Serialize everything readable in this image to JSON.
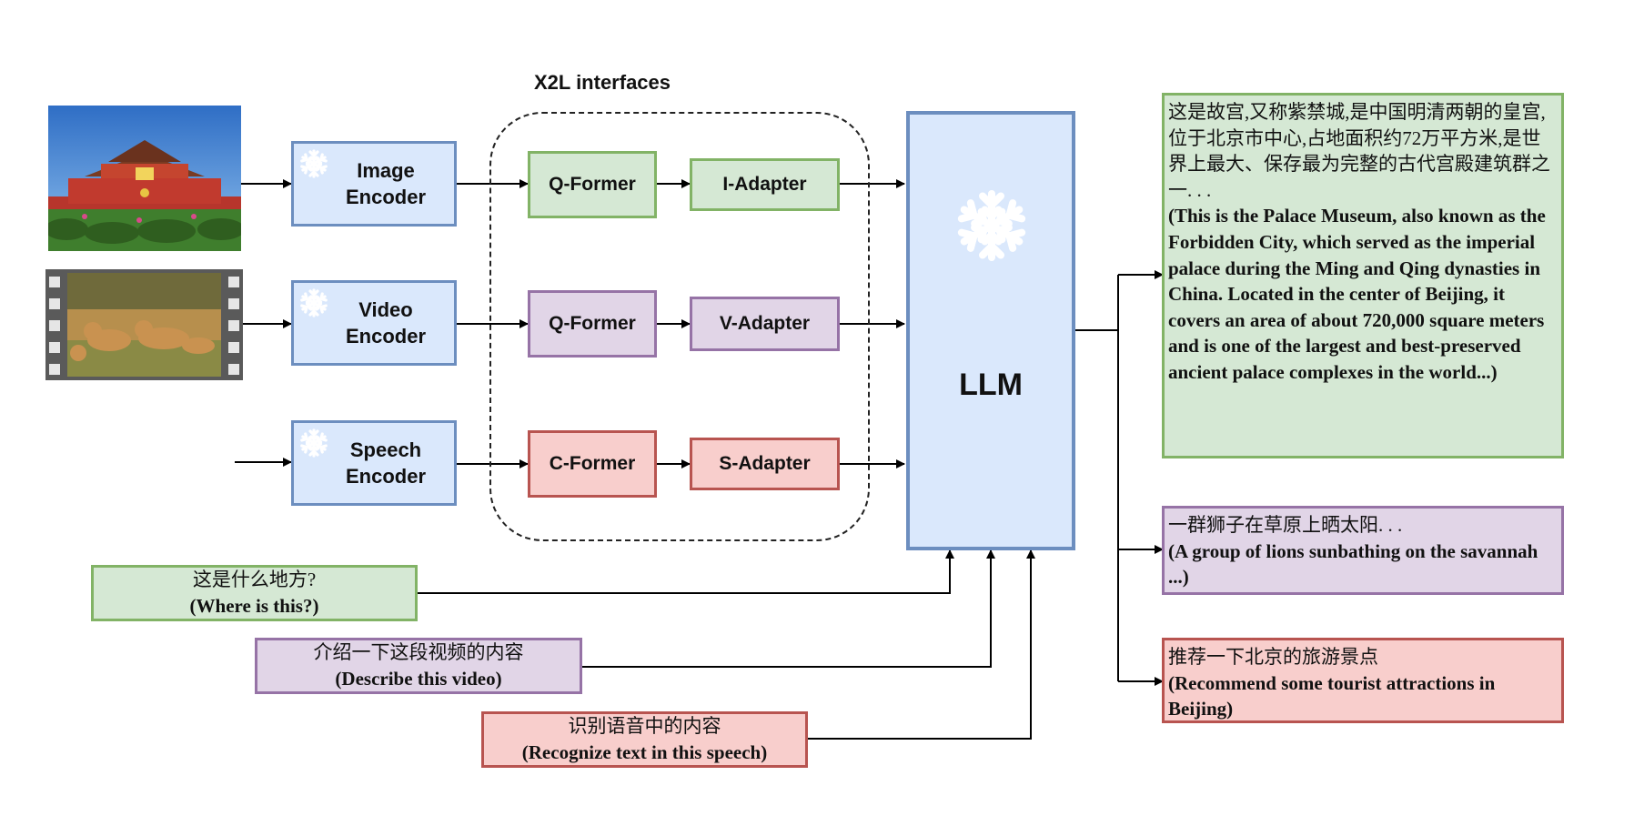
{
  "x2l": {
    "title": "X2L interfaces"
  },
  "encoders": [
    {
      "label": "Image\nEncoder",
      "icon": "snowflake-icon"
    },
    {
      "label": "Video\nEncoder",
      "icon": "snowflake-icon"
    },
    {
      "label": "Speech\nEncoder",
      "icon": "snowflake-icon"
    }
  ],
  "formers": [
    "Q-Former",
    "Q-Former",
    "C-Former"
  ],
  "adapters": [
    "I-Adapter",
    "V-Adapter",
    "S-Adapter"
  ],
  "llm": {
    "label": "LLM",
    "icon": "snowflake-icon"
  },
  "questions": [
    {
      "zh": "这是什么地方?",
      "en": "(Where is this?)"
    },
    {
      "zh": "介绍一下这段视频的内容",
      "en": "(Describe this video)"
    },
    {
      "zh": "识别语音中的内容",
      "en": "(Recognize text in this speech)"
    }
  ],
  "outputs": [
    {
      "zh": "这是故宫,又称紫禁城,是中国明清两朝的皇宫,位于北京市中心,占地面积约72万平方米,是世界上最大、保存最为完整的古代宫殿建筑群之一. . .",
      "en": "(This is the Palace Museum, also known as the Forbidden City, which served as the imperial palace during the Ming and Qing dynasties in China. Located in the center of Beijing, it covers an area of about 720,000 square meters and is one of the largest and best-preserved ancient palace complexes in the world...)"
    },
    {
      "zh": "一群狮子在草原上晒太阳. . .",
      "en": "(A group of lions sunbathing on the savannah ...)"
    },
    {
      "zh": "推荐一下北京的旅游景点",
      "en": "(Recommend some tourist attractions in Beijing)"
    }
  ],
  "colors": {
    "blue": "#dae8fc",
    "green": "#d5e8d4",
    "purple": "#e1d5e7",
    "red": "#f8cecc"
  }
}
